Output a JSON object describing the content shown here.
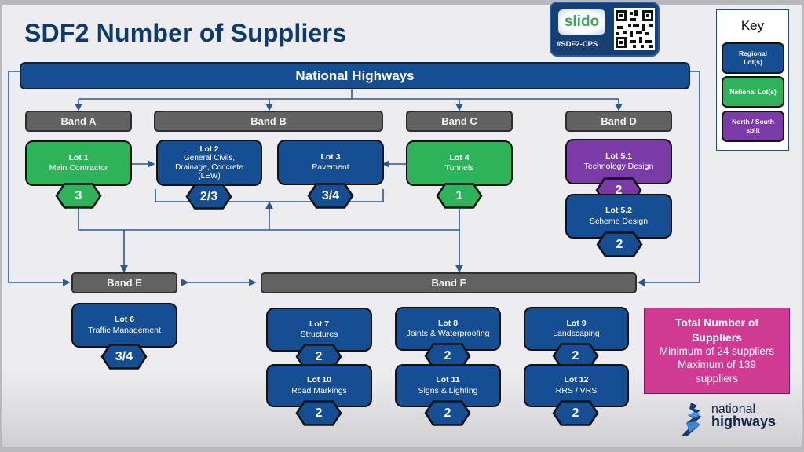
{
  "title": "SDF2 Number of Suppliers",
  "slido": {
    "logo_text": "slido",
    "hashtag": "#SDF2-CPS",
    "qr_icon": "qr-code-icon"
  },
  "key": {
    "title": "Key",
    "items": [
      {
        "label": "Regional Lot(s)",
        "line1": "Regional",
        "line2": "Lot(s)",
        "color": "#164e93"
      },
      {
        "label": "National Lot(s)",
        "line1": "National Lot(s)",
        "line2": "",
        "color": "#2eb35a"
      },
      {
        "label": "North / South split",
        "line1": "North / South",
        "line2": "split",
        "color": "#7a3aa8"
      }
    ]
  },
  "root": {
    "label": "National Highways"
  },
  "bands": {
    "A": "Band A",
    "B": "Band B",
    "C": "Band C",
    "D": "Band D",
    "E": "Band E",
    "F": "Band F"
  },
  "lots": {
    "lot1": {
      "name": "Lot 1",
      "desc": "Main Contractor",
      "suppliers": "3",
      "type": "national"
    },
    "lot2": {
      "name": "Lot 2",
      "desc": "General Civils, Drainage, Concrete (LEW)",
      "desc1": "General Civils,",
      "desc2": "Drainage, Concrete",
      "desc3": "(LEW)",
      "suppliers": "2/3",
      "type": "regional"
    },
    "lot3": {
      "name": "Lot 3",
      "desc": "Pavement",
      "suppliers": "3/4",
      "type": "regional"
    },
    "lot4": {
      "name": "Lot 4",
      "desc": "Tunnels",
      "suppliers": "1",
      "type": "national"
    },
    "lot51": {
      "name": "Lot 5.1",
      "desc": "Technology Design",
      "suppliers": "2",
      "type": "split"
    },
    "lot52": {
      "name": "Lot 5.2",
      "desc": "Scheme Design",
      "suppliers": "2",
      "type": "regional"
    },
    "lot6": {
      "name": "Lot 6",
      "desc": "Traffic Management",
      "suppliers": "3/4",
      "type": "regional"
    },
    "lot7": {
      "name": "Lot 7",
      "desc": "Structures",
      "suppliers": "2",
      "type": "regional"
    },
    "lot8": {
      "name": "Lot 8",
      "desc": "Joints & Waterproofing",
      "suppliers": "2",
      "type": "regional"
    },
    "lot9": {
      "name": "Lot 9",
      "desc": "Landscaping",
      "suppliers": "2",
      "type": "regional"
    },
    "lot10": {
      "name": "Lot 10",
      "desc": "Road Markings",
      "suppliers": "2",
      "type": "regional"
    },
    "lot11": {
      "name": "Lot 11",
      "desc": "Signs & Lighting",
      "suppliers": "2",
      "type": "regional"
    },
    "lot12": {
      "name": "Lot 12",
      "desc": "RRS / VRS",
      "suppliers": "2",
      "type": "regional"
    }
  },
  "total": {
    "heading1": "Total Number of",
    "heading2": "Suppliers",
    "min_line": "Minimum of 24 suppliers",
    "max_line1": "Maximum of 139",
    "max_line2": "suppliers",
    "min": 24,
    "max": 139
  },
  "brand": {
    "logo_icon": "national-highways-logo-icon",
    "line1": "national",
    "line2": "highways"
  },
  "colors": {
    "regional": "#164e93",
    "national": "#2eb35a",
    "split": "#7a3aa8",
    "band": "#626262",
    "total": "#d13a92",
    "title": "#103a6b",
    "connector": "#2a5a8f"
  }
}
